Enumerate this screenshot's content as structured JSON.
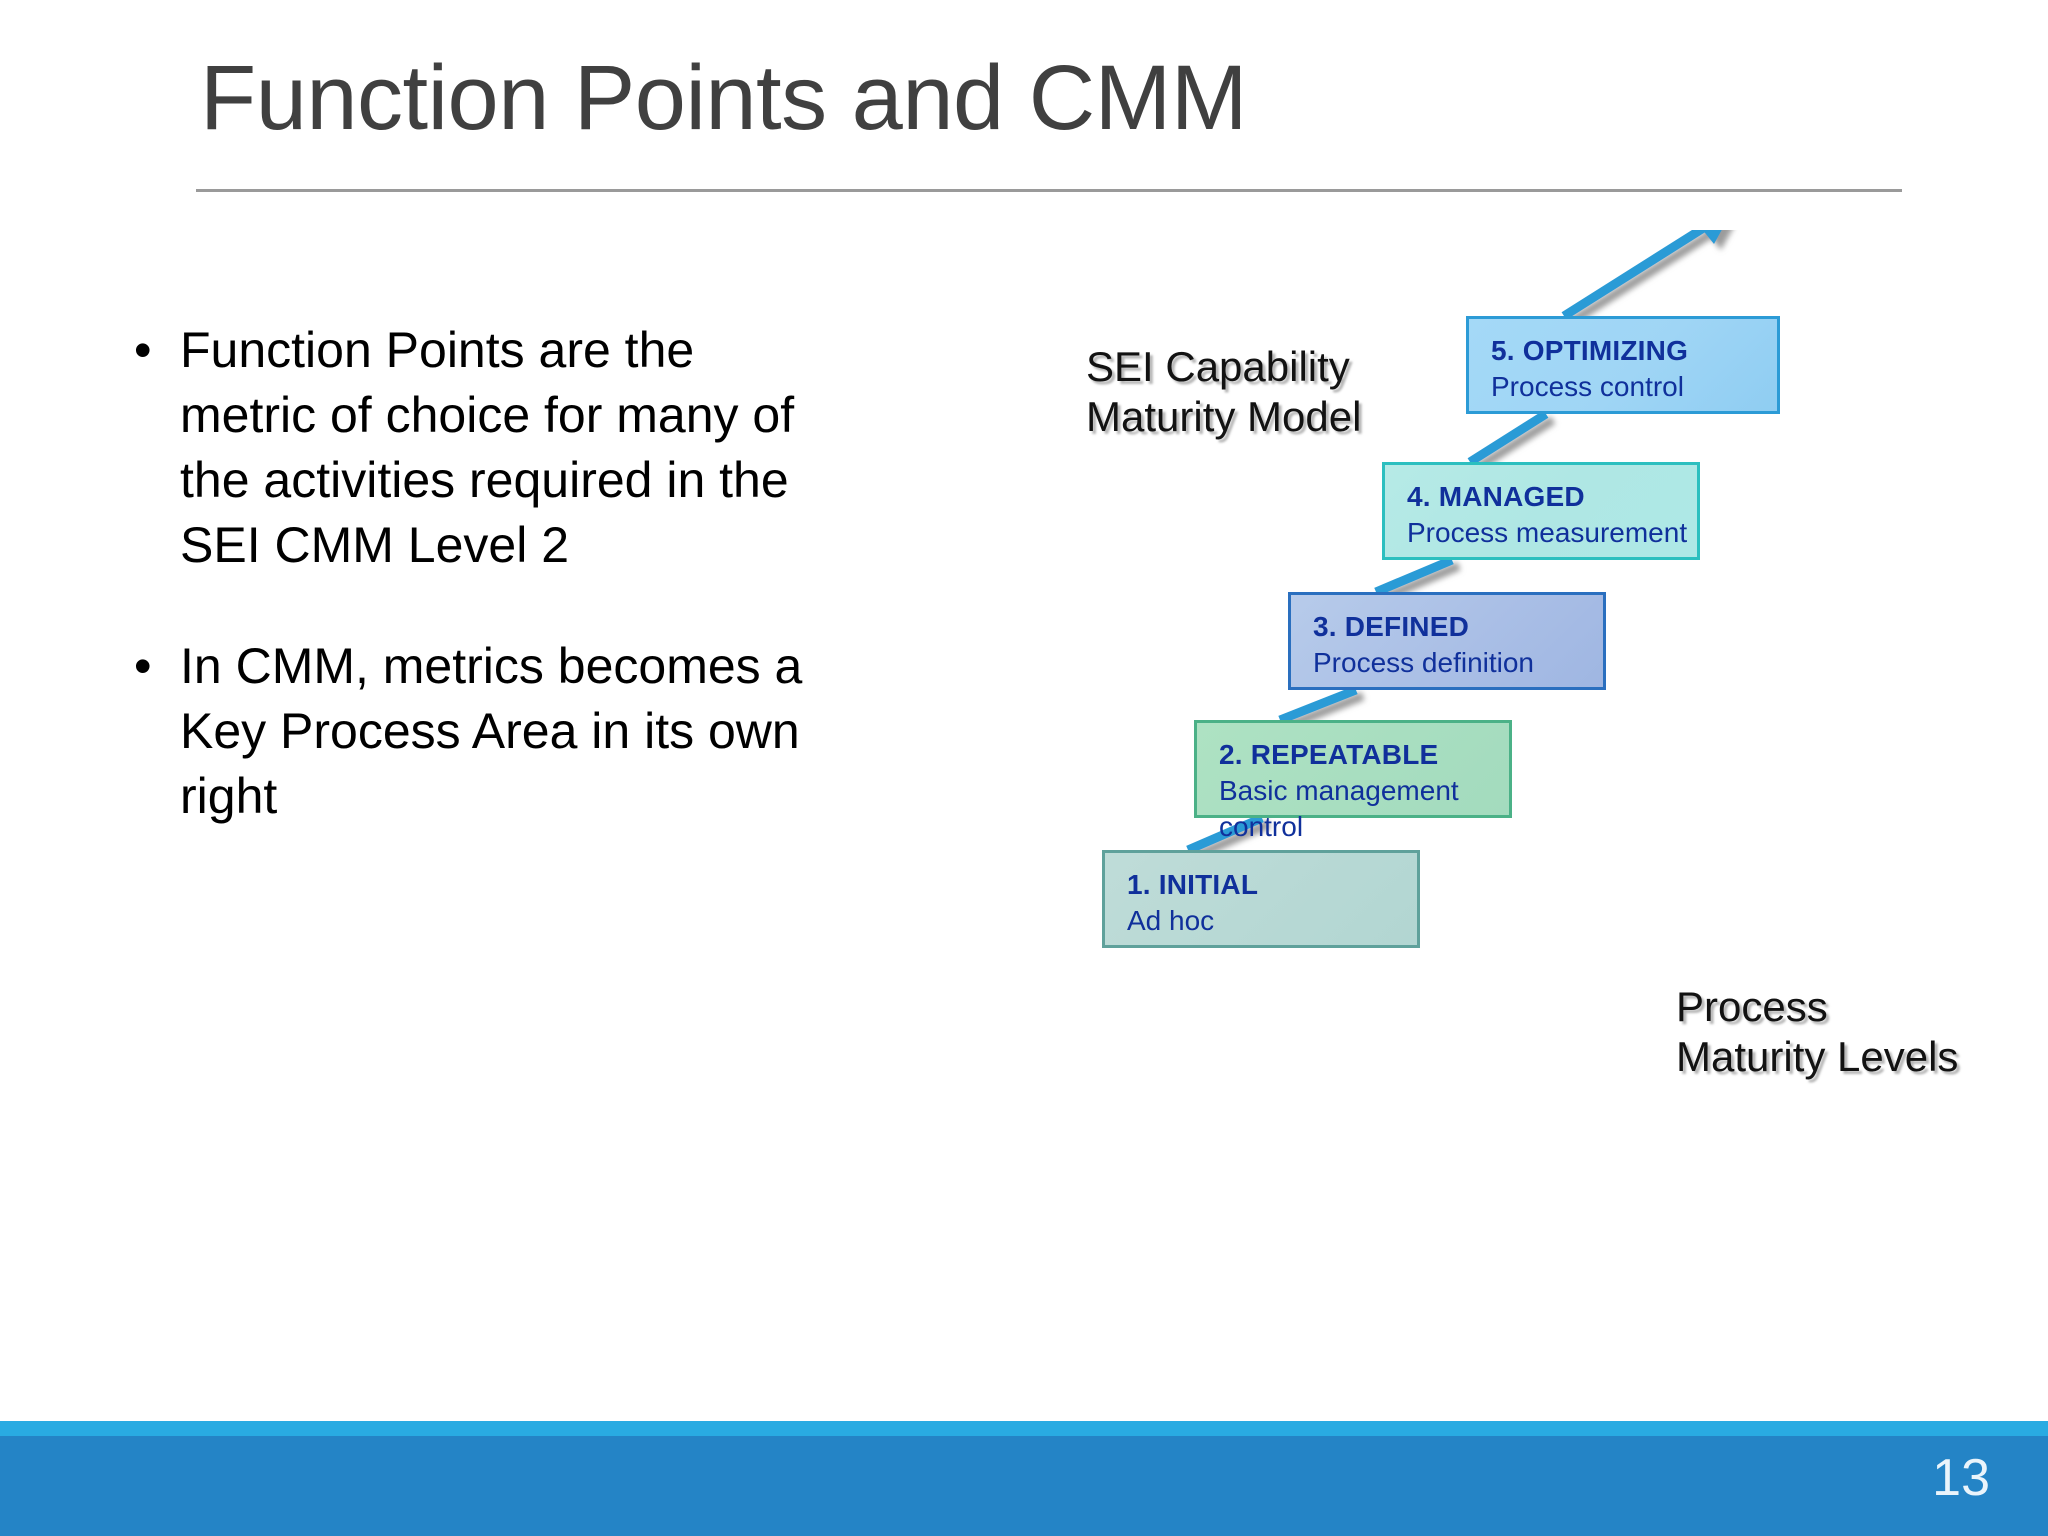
{
  "slide": {
    "title": "Function Points and CMM",
    "page_number": "13",
    "accent_color": "#2484C6",
    "accent_strip_color": "#29ABE2",
    "title_color": "#404040"
  },
  "bullets": [
    {
      "marker": "•",
      "text": "Function Points are the metric of choice for many of the activities required in the SEI CMM Level 2"
    },
    {
      "marker": "•",
      "text": "In CMM, metrics becomes a Key Process Area in its own right"
    }
  ],
  "diagram": {
    "caption_model": "SEI Capability Maturity Model",
    "caption_axis": "Process Maturity Levels",
    "arrow": "up-right-arrow",
    "levels": [
      {
        "level": "5. OPTIMIZING",
        "description": "Process control",
        "fill": "#9FD5F5",
        "border": "#2C9BD6"
      },
      {
        "level": "4. MANAGED",
        "description": "Process measurement",
        "fill": "#AFE7E4",
        "border": "#2CBFBF"
      },
      {
        "level": "3. DEFINED",
        "description": "Process definition",
        "fill": "#AABFE6",
        "border": "#2A6FBF"
      },
      {
        "level": "2. REPEATABLE",
        "description": "Basic management control",
        "fill": "#A8DEC0",
        "border": "#4BB187"
      },
      {
        "level": "1. INITIAL",
        "description": "Ad hoc",
        "fill": "#B8D9D5",
        "border": "#5FA19B"
      }
    ],
    "text_color": "#10309B"
  }
}
